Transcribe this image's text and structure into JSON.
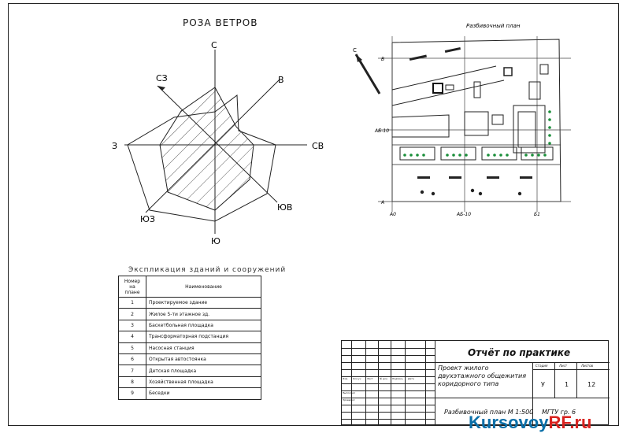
{
  "wind_rose": {
    "title": "РОЗА ВЕТРОВ",
    "directions": [
      {
        "key": "n",
        "label": "С"
      },
      {
        "key": "ne",
        "label": "СВ"
      },
      {
        "key": "e",
        "label": "В"
      },
      {
        "key": "se",
        "label": "ЮВ"
      },
      {
        "key": "s",
        "label": "Ю"
      },
      {
        "key": "sw",
        "label": "ЮЗ"
      },
      {
        "key": "w",
        "label": "З"
      },
      {
        "key": "nw",
        "label": "СЗ"
      }
    ]
  },
  "site_plan": {
    "title": "Разбивочный план",
    "north_label": "С",
    "axis_labels": {
      "left_top": "В",
      "left_mid": "АБ-10",
      "left_bottom": "А",
      "bottom_left": "А0",
      "bottom_mid": "АБ-10",
      "bottom_right": "Б1"
    }
  },
  "legend": {
    "title": "Экспликация зданий и сооружений",
    "header_num": "Номер на плане",
    "header_name": "Наименование",
    "rows": [
      {
        "num": "1",
        "name": "Проектируемое здание"
      },
      {
        "num": "2",
        "name": "Жилое 5-ти этажное зд."
      },
      {
        "num": "3",
        "name": "Баскетбольная площадка"
      },
      {
        "num": "4",
        "name": "Трансформаторная подстанция"
      },
      {
        "num": "5",
        "name": "Насосная станция"
      },
      {
        "num": "6",
        "name": "Открытая автостоянка"
      },
      {
        "num": "7",
        "name": "Детская площадка"
      },
      {
        "num": "8",
        "name": "Хозяйственная площадка"
      },
      {
        "num": "9",
        "name": "Беседки"
      }
    ]
  },
  "stamp": {
    "report_title": "Отчёт по практике",
    "project_title": "Проект жилого двухэтажного общежития коридорного типа",
    "sheet_title": "Разбивочный план М 1:500",
    "org": "МГТУ гр. 6",
    "col_labels": {
      "stage": "Стадия",
      "sheet": "Лист",
      "sheets": "Листов"
    },
    "stage": "У",
    "sheet": "1",
    "sheets": "12",
    "row_labels": [
      "Изм.",
      "Кол.уч",
      "Лист",
      "№ док.",
      "Подпись",
      "Дата"
    ],
    "role_labels": [
      "Выполнил",
      "Проверил"
    ]
  },
  "watermark": {
    "brand": "Kursovoy",
    "suffix": "RF.ru"
  }
}
